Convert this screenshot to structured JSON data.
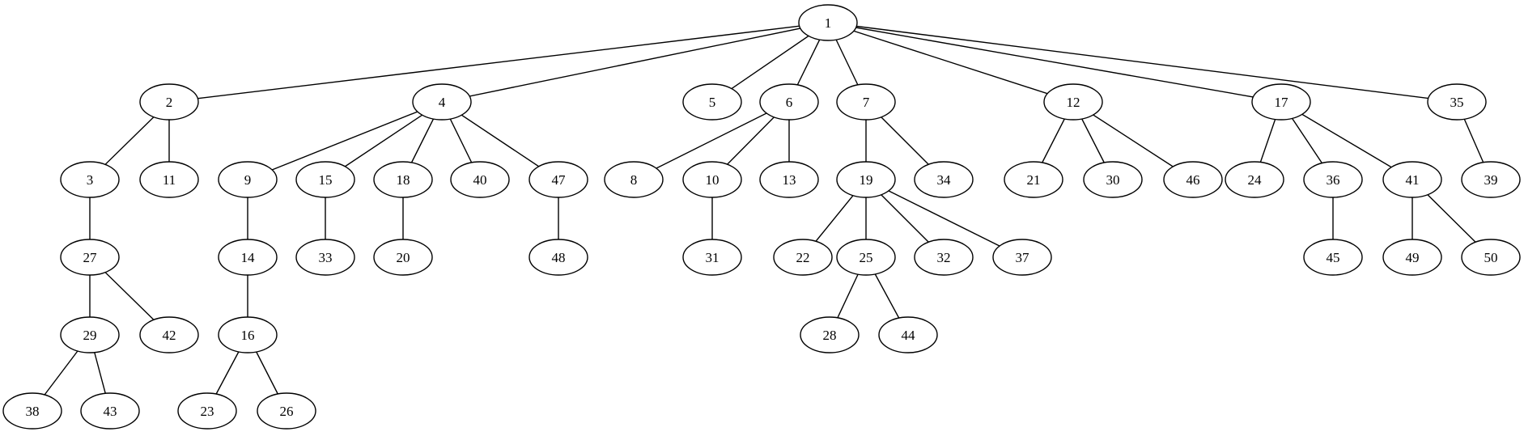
{
  "diagram": {
    "type": "tree",
    "colors": {
      "stroke": "#000000",
      "fill": "#ffffff",
      "text": "#000000"
    },
    "nodes": [
      {
        "id": "1",
        "label": "1"
      },
      {
        "id": "2",
        "label": "2"
      },
      {
        "id": "4",
        "label": "4"
      },
      {
        "id": "5",
        "label": "5"
      },
      {
        "id": "6",
        "label": "6"
      },
      {
        "id": "7",
        "label": "7"
      },
      {
        "id": "12",
        "label": "12"
      },
      {
        "id": "17",
        "label": "17"
      },
      {
        "id": "35",
        "label": "35"
      },
      {
        "id": "3",
        "label": "3"
      },
      {
        "id": "11",
        "label": "11"
      },
      {
        "id": "9",
        "label": "9"
      },
      {
        "id": "15",
        "label": "15"
      },
      {
        "id": "18",
        "label": "18"
      },
      {
        "id": "40",
        "label": "40"
      },
      {
        "id": "47",
        "label": "47"
      },
      {
        "id": "8",
        "label": "8"
      },
      {
        "id": "10",
        "label": "10"
      },
      {
        "id": "13",
        "label": "13"
      },
      {
        "id": "19",
        "label": "19"
      },
      {
        "id": "34",
        "label": "34"
      },
      {
        "id": "21",
        "label": "21"
      },
      {
        "id": "30",
        "label": "30"
      },
      {
        "id": "46",
        "label": "46"
      },
      {
        "id": "24",
        "label": "24"
      },
      {
        "id": "36",
        "label": "36"
      },
      {
        "id": "41",
        "label": "41"
      },
      {
        "id": "39",
        "label": "39"
      },
      {
        "id": "27",
        "label": "27"
      },
      {
        "id": "14",
        "label": "14"
      },
      {
        "id": "33",
        "label": "33"
      },
      {
        "id": "20",
        "label": "20"
      },
      {
        "id": "48",
        "label": "48"
      },
      {
        "id": "31",
        "label": "31"
      },
      {
        "id": "22",
        "label": "22"
      },
      {
        "id": "25",
        "label": "25"
      },
      {
        "id": "32",
        "label": "32"
      },
      {
        "id": "37",
        "label": "37"
      },
      {
        "id": "45",
        "label": "45"
      },
      {
        "id": "49",
        "label": "49"
      },
      {
        "id": "50",
        "label": "50"
      },
      {
        "id": "29",
        "label": "29"
      },
      {
        "id": "42",
        "label": "42"
      },
      {
        "id": "16",
        "label": "16"
      },
      {
        "id": "28",
        "label": "28"
      },
      {
        "id": "44",
        "label": "44"
      },
      {
        "id": "38",
        "label": "38"
      },
      {
        "id": "43",
        "label": "43"
      },
      {
        "id": "23",
        "label": "23"
      },
      {
        "id": "26",
        "label": "26"
      }
    ],
    "edges": [
      [
        "1",
        "2"
      ],
      [
        "1",
        "4"
      ],
      [
        "1",
        "5"
      ],
      [
        "1",
        "6"
      ],
      [
        "1",
        "7"
      ],
      [
        "1",
        "12"
      ],
      [
        "1",
        "17"
      ],
      [
        "1",
        "35"
      ],
      [
        "2",
        "3"
      ],
      [
        "2",
        "11"
      ],
      [
        "4",
        "9"
      ],
      [
        "4",
        "15"
      ],
      [
        "4",
        "18"
      ],
      [
        "4",
        "40"
      ],
      [
        "4",
        "47"
      ],
      [
        "6",
        "8"
      ],
      [
        "6",
        "10"
      ],
      [
        "6",
        "13"
      ],
      [
        "7",
        "19"
      ],
      [
        "7",
        "34"
      ],
      [
        "12",
        "21"
      ],
      [
        "12",
        "30"
      ],
      [
        "12",
        "46"
      ],
      [
        "17",
        "24"
      ],
      [
        "17",
        "36"
      ],
      [
        "17",
        "41"
      ],
      [
        "35",
        "39"
      ],
      [
        "3",
        "27"
      ],
      [
        "9",
        "14"
      ],
      [
        "15",
        "33"
      ],
      [
        "18",
        "20"
      ],
      [
        "47",
        "48"
      ],
      [
        "10",
        "31"
      ],
      [
        "19",
        "22"
      ],
      [
        "19",
        "25"
      ],
      [
        "19",
        "32"
      ],
      [
        "19",
        "37"
      ],
      [
        "36",
        "45"
      ],
      [
        "41",
        "49"
      ],
      [
        "41",
        "50"
      ],
      [
        "27",
        "29"
      ],
      [
        "27",
        "42"
      ],
      [
        "14",
        "16"
      ],
      [
        "25",
        "28"
      ],
      [
        "25",
        "44"
      ],
      [
        "29",
        "38"
      ],
      [
        "29",
        "43"
      ],
      [
        "16",
        "23"
      ],
      [
        "16",
        "26"
      ]
    ]
  }
}
